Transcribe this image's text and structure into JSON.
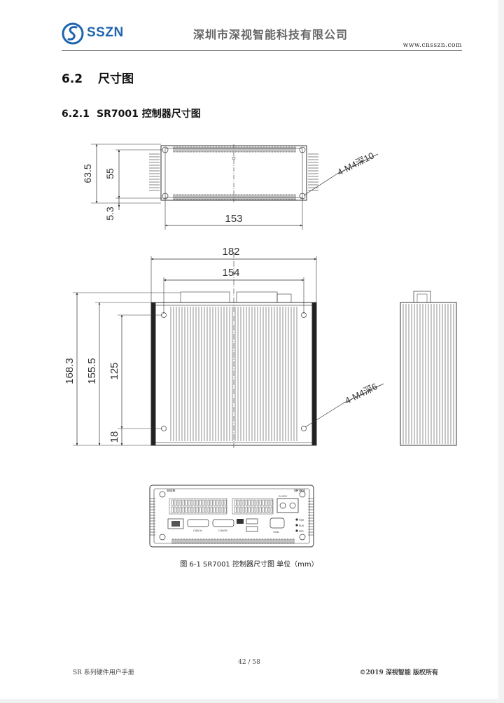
{
  "header": {
    "logo_text": "SSZN",
    "company": "深圳市深视智能科技有限公司",
    "website": "www.cnsszn.com"
  },
  "section": {
    "number": "6.2",
    "title": "尺寸图"
  },
  "subsection": {
    "number": "6.2.1",
    "title": "SR7001 控制器尺寸图"
  },
  "drawing": {
    "top_view": {
      "dims": [
        "63.5",
        "55",
        "5.3",
        "153"
      ],
      "note": "4-M4深10"
    },
    "front_view": {
      "dims": [
        "182",
        "154",
        "168.3",
        "155.5",
        "125",
        "18"
      ],
      "note": "4-M4深6"
    },
    "panel": {
      "brand": "SSZN",
      "model": "SR7001",
      "power": "24 VDC",
      "labels": [
        "CAM A",
        "CAM B",
        "VGA"
      ],
      "leds": [
        "PWR",
        "RUN",
        "ERR"
      ]
    }
  },
  "caption": "图 6-1   SR7001 控制器尺寸图 单位（mm）",
  "footer": {
    "page": "42  /  58",
    "left": "SR 系列硬件用户手册",
    "right": "©2019  深视智能  版权所有"
  }
}
